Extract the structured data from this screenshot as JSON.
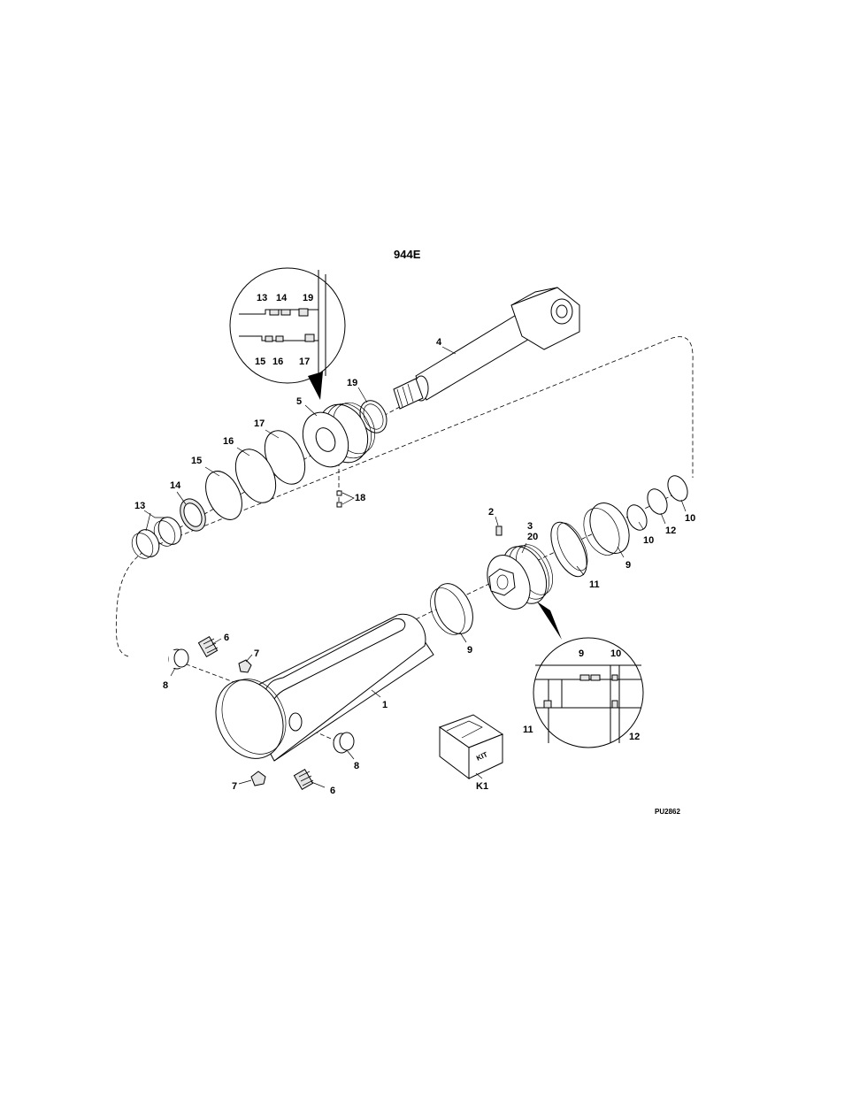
{
  "diagram": {
    "title": "944E",
    "drawing_code": "PU2862",
    "callouts": {
      "p1": "1",
      "p2": "2",
      "p3": "3",
      "p20": "20",
      "p4": "4",
      "p5": "5",
      "p6a": "6",
      "p6b": "6",
      "p7a": "7",
      "p7b": "7",
      "p8a": "8",
      "p8b": "8",
      "p9a": "9",
      "p9b": "9",
      "p10a": "10",
      "p10b": "10",
      "p11": "11",
      "p12": "12",
      "p13": "13",
      "p14": "14",
      "p15": "15",
      "p16": "16",
      "p17": "17",
      "p18": "18",
      "p19": "19",
      "k1": "K1"
    },
    "detail_upper": {
      "labels": [
        "13",
        "14",
        "19",
        "15",
        "16",
        "17"
      ]
    },
    "detail_lower": {
      "labels": [
        "9",
        "10",
        "11",
        "12"
      ]
    },
    "kit_box_text": "KIT"
  }
}
